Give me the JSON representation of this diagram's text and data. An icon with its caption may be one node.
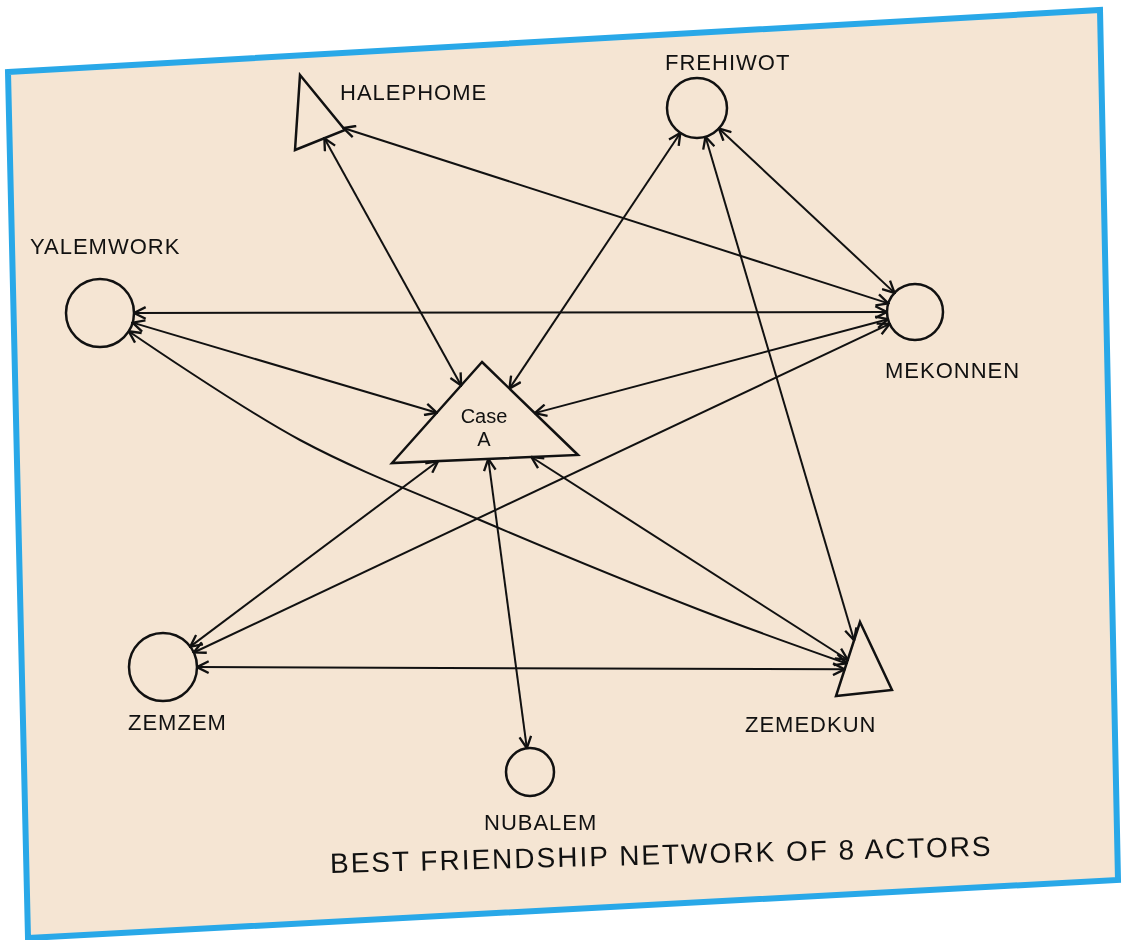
{
  "diagram": {
    "caption": "BEST FRIENDSHIP NETWORK OF 8 ACTORS",
    "nodes": [
      {
        "text": [
          "HALEPHOME"
        ]
      },
      {
        "text": [
          "FREHIWOT"
        ]
      },
      {
        "text": [
          "YALEMWORK"
        ]
      },
      {
        "text": [
          "MEKONNEN"
        ]
      },
      {
        "text": [
          "Case A"
        ]
      },
      {
        "text": [
          "ZEMZEM"
        ]
      },
      {
        "text": [
          "NUBALEM"
        ]
      },
      {
        "text": [
          "ZEMEDKUN"
        ]
      }
    ],
    "edges": [
      {
        "from": 0,
        "to": 4,
        "arrow": "both"
      },
      {
        "from": 0,
        "to": 3,
        "arrow": "both"
      },
      {
        "from": 1,
        "to": 4,
        "arrow": "both"
      },
      {
        "from": 1,
        "to": 3,
        "arrow": "both"
      },
      {
        "from": 1,
        "to": 7,
        "arrow": "both"
      },
      {
        "from": 2,
        "to": 3,
        "arrow": "both"
      },
      {
        "from": 2,
        "to": 4,
        "arrow": "both"
      },
      {
        "from": 2,
        "to": 7,
        "arrow": "both"
      },
      {
        "from": 3,
        "to": 4,
        "arrow": "both"
      },
      {
        "from": 3,
        "to": 5,
        "arrow": "both"
      },
      {
        "from": 4,
        "to": 5,
        "arrow": "both"
      },
      {
        "from": 4,
        "to": 6,
        "arrow": "both"
      },
      {
        "from": 4,
        "to": 7,
        "arrow": "both"
      },
      {
        "from": 5,
        "to": 7,
        "arrow": "both"
      }
    ]
  }
}
